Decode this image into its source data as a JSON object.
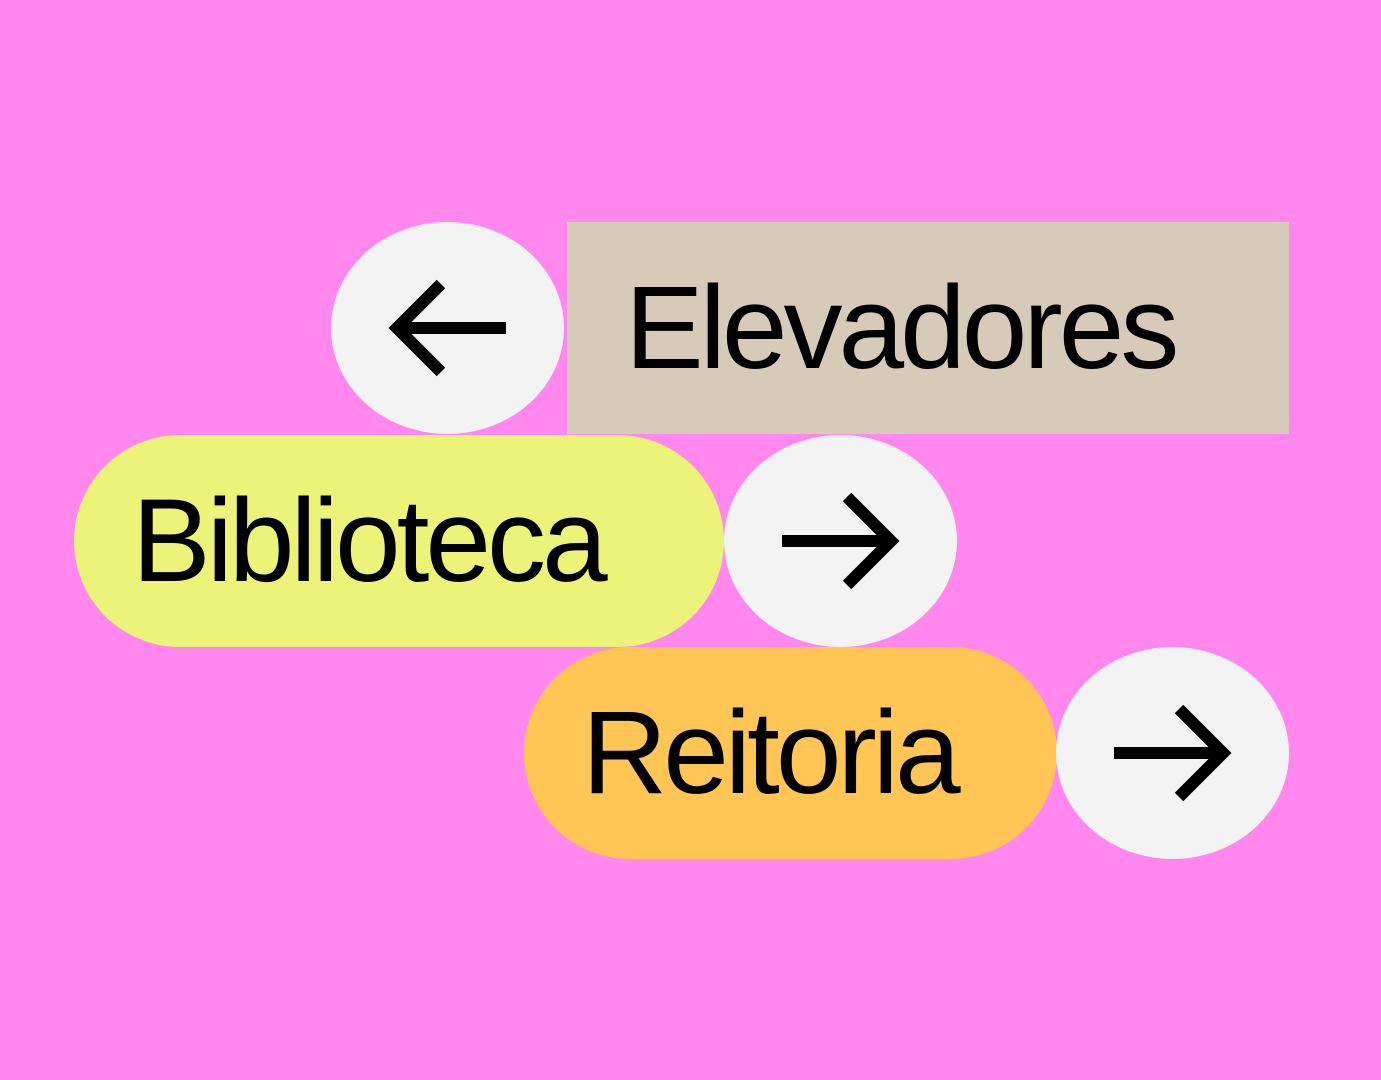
{
  "signs": {
    "elevadores": {
      "label": "Elevadores",
      "arrow_icon": "arrow-left-icon",
      "color": "#D5CBB8"
    },
    "biblioteca": {
      "label": "Biblioteca",
      "arrow_icon": "arrow-right-icon",
      "color": "#ECF379"
    },
    "reitoria": {
      "label": "Reitoria",
      "arrow_icon": "arrow-right-icon",
      "color": "#FFC655"
    }
  },
  "colors": {
    "background": "#FF87EE",
    "arrow_disc": "#F3F3F3",
    "text": "#000000"
  }
}
